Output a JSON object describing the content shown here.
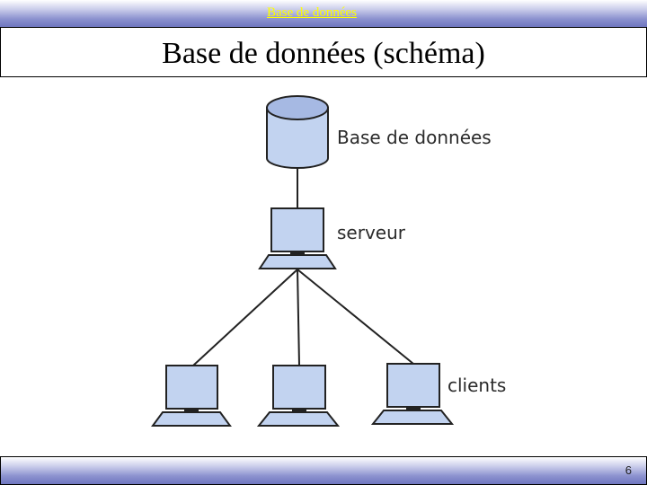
{
  "header": {
    "text": "Base de données"
  },
  "slide": {
    "title": "Base de données (schéma)"
  },
  "diagram": {
    "database_label": "Base de données",
    "server_label": "serveur",
    "clients_label": "clients"
  },
  "footer": {
    "page_number": "6"
  },
  "colors": {
    "node_fill": "#c2d3f0",
    "stroke": "#222222",
    "header_text": "#ffff00"
  }
}
